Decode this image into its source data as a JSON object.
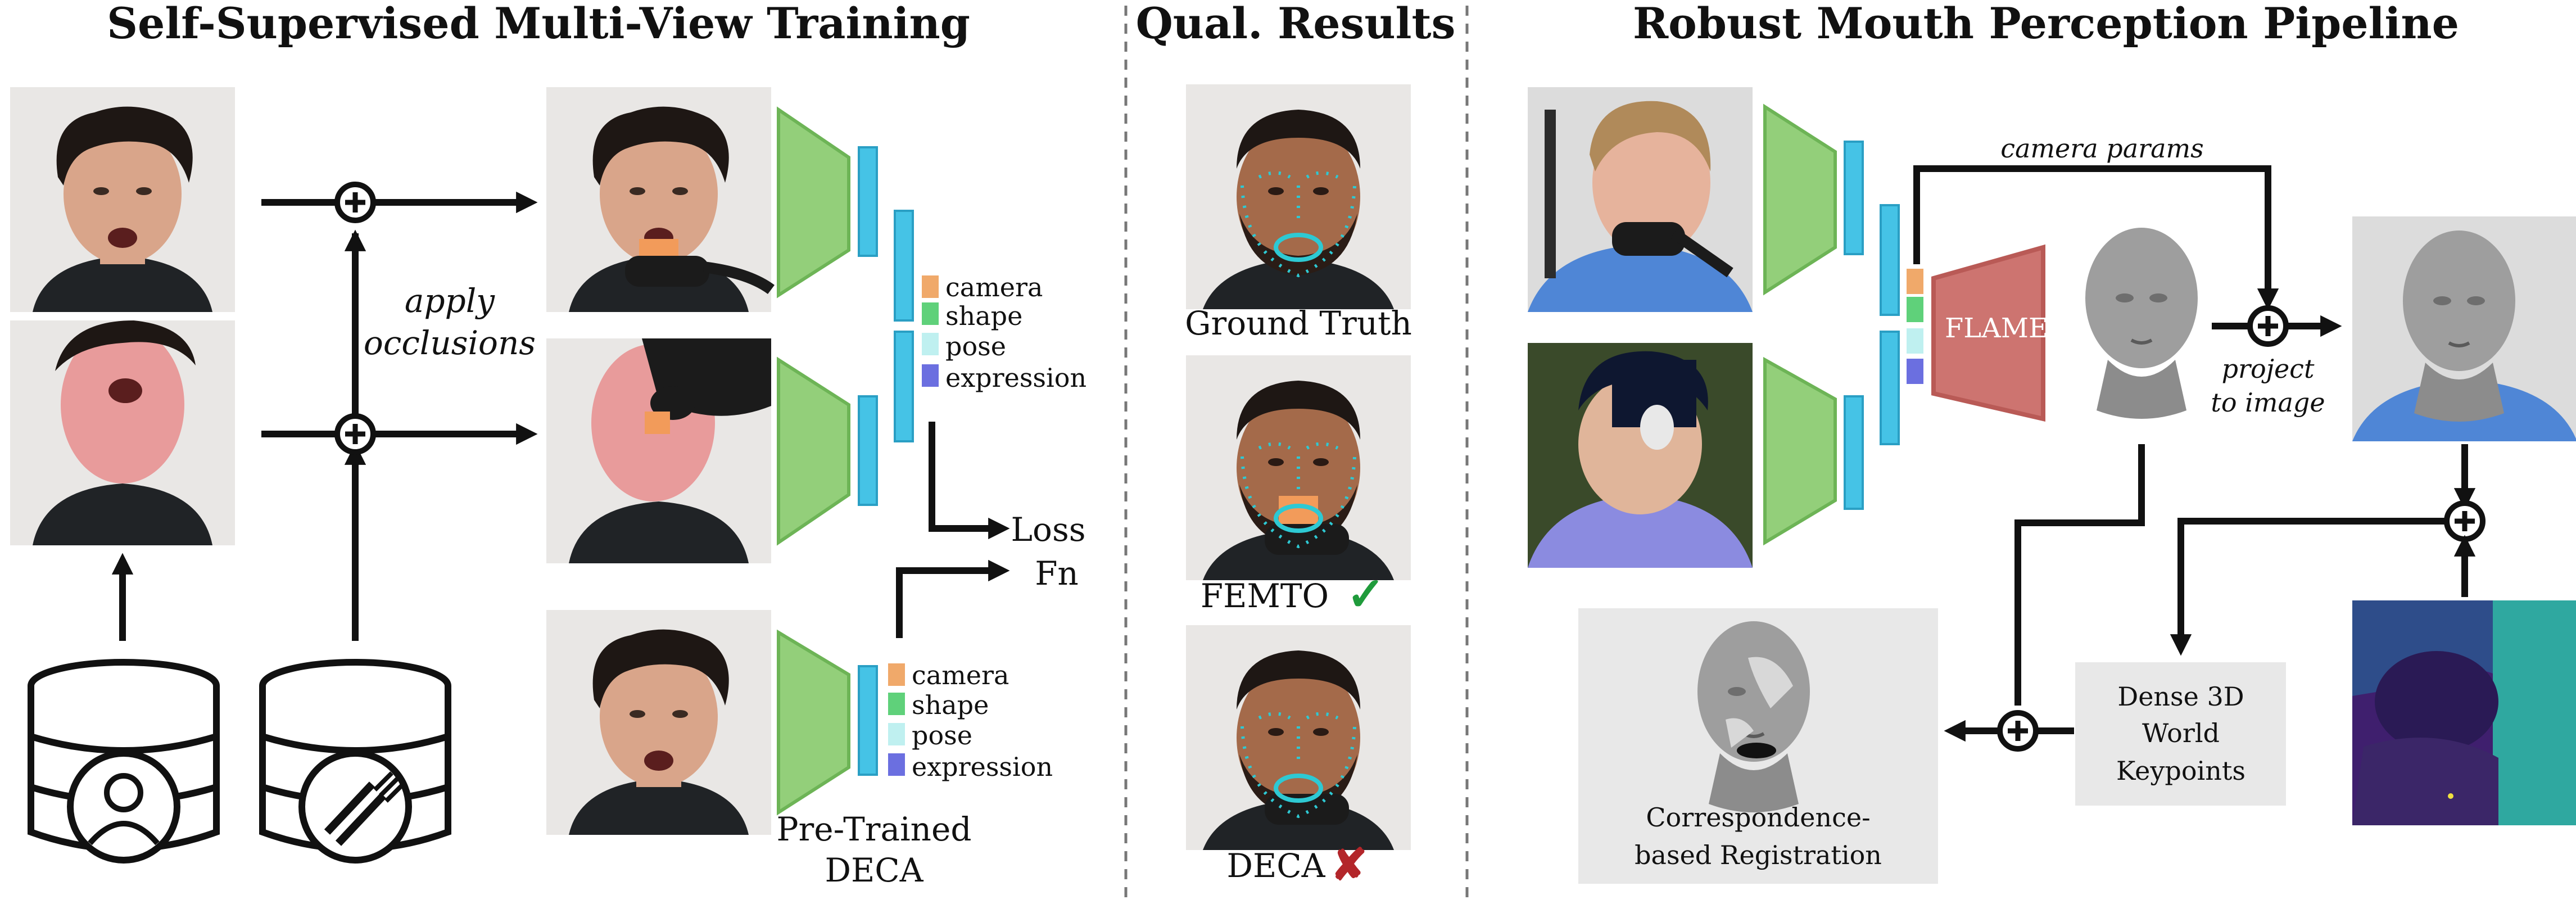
{
  "titles": {
    "left": "Self-Supervised Multi-View Training",
    "middle": "Qual. Results",
    "right": "Robust Mouth Perception Pipeline"
  },
  "left": {
    "apply_line1": "apply",
    "apply_line2": "occlusions",
    "param_labels_top": [
      "camera",
      "shape",
      "pose",
      "expression"
    ],
    "param_labels_bottom": [
      "camera",
      "shape",
      "pose",
      "expression"
    ],
    "loss_line1": "Loss",
    "loss_line2": "Fn",
    "pretrained_line1": "Pre-Trained",
    "pretrained_line2": "DECA"
  },
  "middle": {
    "ground_truth": "Ground Truth",
    "femto": "FEMTO",
    "femto_mark": "✓",
    "deca": "DECA",
    "deca_mark": "✘"
  },
  "right": {
    "camera_params": "camera params",
    "flame": "FLAME",
    "project_line1": "project",
    "project_line2": "to image",
    "keypoints_line1": "Dense 3D",
    "keypoints_line2": "World",
    "keypoints_line3": "Keypoints",
    "registration_line1": "Correspondence-",
    "registration_line2": "based Registration"
  },
  "icons": {
    "database_user": "database-user-icon",
    "database_occluder": "database-occluder-icon",
    "check": "check-icon",
    "cross": "cross-icon"
  },
  "colors": {
    "encoder_green": "#93cf7a",
    "feature_blue": "#45c3e6",
    "camera_orange": "#f0a96a",
    "shape_green": "#5fd17a",
    "pose_cyan": "#bff0f0",
    "expression_purple": "#6b6fe0",
    "flame_red": "#cd7470",
    "landmark_cyan": "#2ec9d3",
    "check_green": "#1f9b3b",
    "cross_red": "#b3262a"
  }
}
